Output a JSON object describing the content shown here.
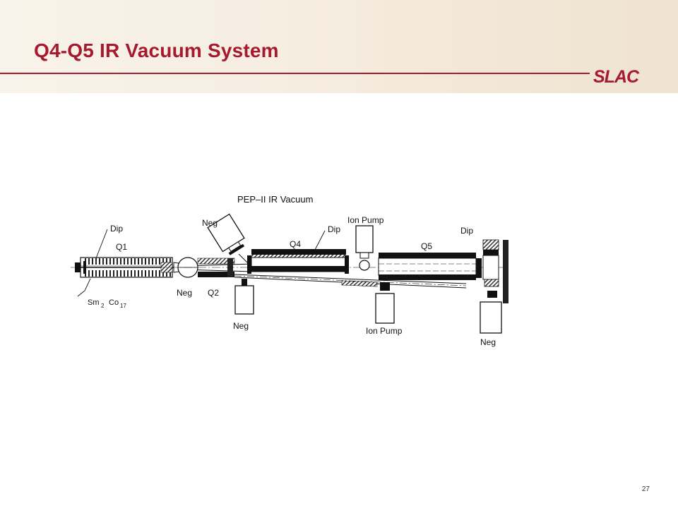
{
  "slide": {
    "title": "Q4-Q5 IR Vacuum System",
    "logo_text": "SLAC",
    "page_number": "27",
    "accent_color": "#a6192e"
  },
  "diagram": {
    "title": "PEP–II IR Vacuum",
    "labels": {
      "dip_q1": "Dip",
      "q1": "Q1",
      "sm": "Sm",
      "sm_sub": "2",
      "co": "Co",
      "co_sub": "17",
      "neg_left": "Neg",
      "q2": "Q2",
      "neg_top": "Neg",
      "neg_bottom": "Neg",
      "q4": "Q4",
      "dip_q4": "Dip",
      "ion_pump_top": "Ion Pump",
      "q5": "Q5",
      "dip_right": "Dip",
      "ion_pump_bottom": "Ion Pump",
      "neg_right": "Neg"
    }
  }
}
